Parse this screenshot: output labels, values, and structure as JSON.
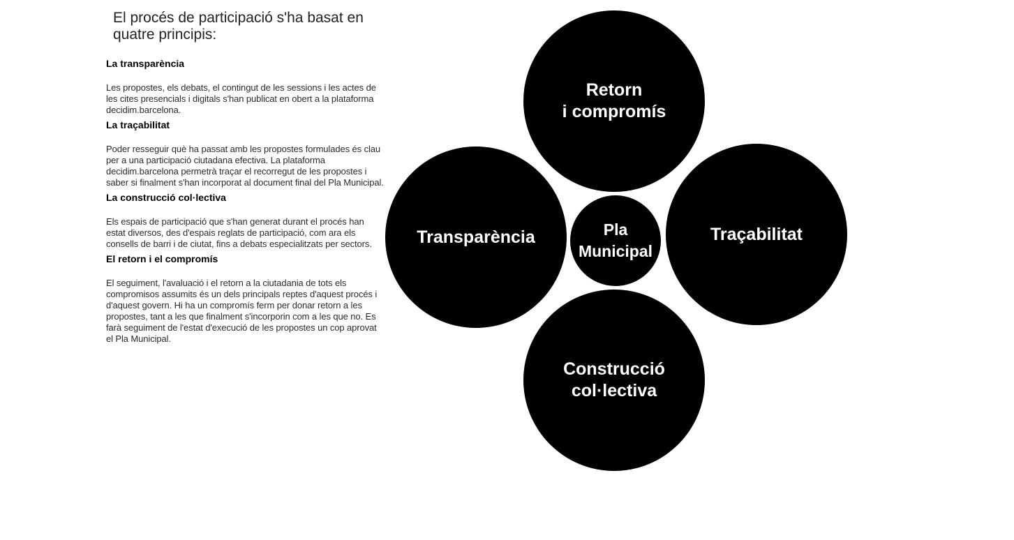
{
  "intro": {
    "title": "El procés de participació s'ha basat en quatre principis:"
  },
  "principles": [
    {
      "heading": "La transparència",
      "text": "Les propostes, els debats, el contingut de les sessions i les actes de les cites presencials i digitals s'han publicat en obert a la plataforma decidim.barcelona."
    },
    {
      "heading": "La traçabilitat",
      "text": "Poder resseguir què ha passat amb les propostes formulades és clau per a una participació ciutadana efectiva. La plataforma decidim.barcelona permetrà traçar el recorregut de les propostes i saber si finalment s'han incorporat al document final del Pla Municipal."
    },
    {
      "heading": "La construcció col·lectiva",
      "text": "Els espais de participació que s'han generat durant el procés han estat diversos, des d'espais reglats de participació, com ara els consells de barri i de ciutat, fins a debats especialitzats per sectors."
    },
    {
      "heading": "El retorn i el compromís",
      "text": "El seguiment, l'avaluació i el retorn a la ciutadania de tots els compromisos assumits és un dels principals reptes d'aquest procés i d'aquest govern. Hi ha un compromís ferm per donar retorn a les propostes, tant a les que finalment s'incorporin com a les que no. Es farà seguiment de l'estat d'execució de les propostes un cop aprovat el Pla Municipal."
    }
  ],
  "diagram": {
    "center": "Pla\nMunicipal",
    "top": "Retorn\ni compromís",
    "left": "Transparència",
    "right": "Traçabilitat",
    "bottom": "Construcció\ncol·lectiva",
    "circle_color": "#000000",
    "label_color": "#ffffff"
  }
}
